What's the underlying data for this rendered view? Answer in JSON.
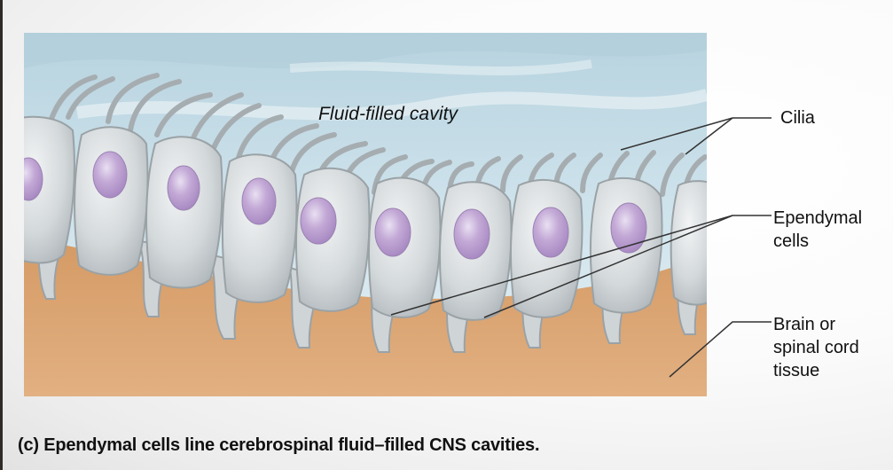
{
  "figure": {
    "cavity_label": "Fluid-filled cavity",
    "colors": {
      "fluid": "#c3dde8",
      "tissue": "#dba878",
      "cell": "#d6dadc",
      "nucleus": "#b49ac9",
      "leader_line": "#333333"
    },
    "callouts": [
      {
        "id": "cilia",
        "lines": [
          "Cilia"
        ]
      },
      {
        "id": "ependymal-cells",
        "lines": [
          "Ependymal",
          "cells"
        ]
      },
      {
        "id": "brain-tissue",
        "lines": [
          "Brain or",
          "spinal cord",
          "tissue"
        ]
      }
    ]
  },
  "caption": "(c) Ependymal cells line cerebrospinal fluid–filled CNS cavities."
}
